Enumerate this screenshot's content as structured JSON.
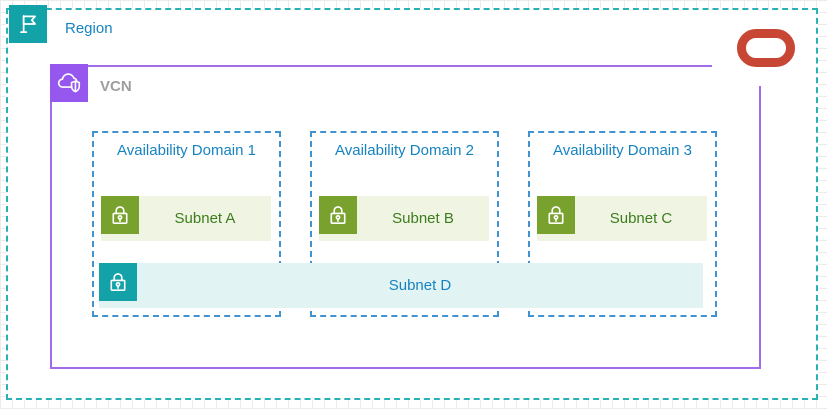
{
  "diagram": {
    "title": "OCI Region / VCN availability-domain subnet layout",
    "type": "cloud-architecture-diagram"
  },
  "region": {
    "label": "Region",
    "icon": "flag-icon"
  },
  "vcn": {
    "label": "VCN",
    "icon": "cloud-shield-icon"
  },
  "oracle_logo": {
    "icon": "oracle-logo",
    "color": "#c74634"
  },
  "availability_domains": [
    {
      "label": "Availability Domain 1",
      "subnet": {
        "label": "Subnet A",
        "icon": "padlock-icon",
        "scope": "ad-scoped"
      }
    },
    {
      "label": "Availability Domain 2",
      "subnet": {
        "label": "Subnet B",
        "icon": "padlock-icon",
        "scope": "ad-scoped"
      }
    },
    {
      "label": "Availability Domain 3",
      "subnet": {
        "label": "Subnet C",
        "icon": "padlock-icon",
        "scope": "ad-scoped"
      }
    }
  ],
  "regional_subnet": {
    "label": "Subnet D",
    "icon": "padlock-icon",
    "scope": "regional"
  },
  "colors": {
    "region_teal": "#12a2a7",
    "region_border": "#2ab1b5",
    "vcn_purple": "#9557ee",
    "vcn_border": "#a26be8",
    "vcn_label_gray": "#9e9ea0",
    "ad_border_blue": "#3f93d2",
    "label_blue": "#1683c1",
    "subnet_green": "#78a22d",
    "subnet_green_bg": "#f0f4e2",
    "subnet_green_text": "#3c7d1e",
    "subnet_teal_bg": "#e2f3f4",
    "oracle_red": "#c74634",
    "grid_gray": "#ececec"
  }
}
